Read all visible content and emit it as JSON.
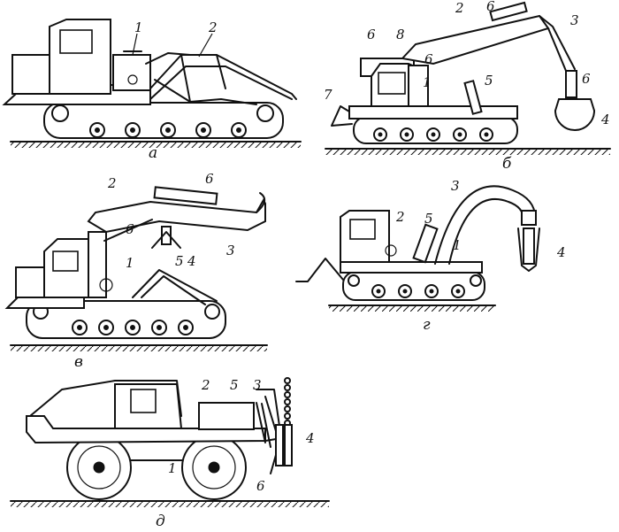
{
  "figures": [
    {
      "id": "a",
      "caption": "а",
      "labels": [
        "1",
        "2"
      ]
    },
    {
      "id": "b",
      "caption": "б",
      "labels": [
        "2",
        "6",
        "3",
        "6",
        "8",
        "6",
        "6",
        "1",
        "5",
        "7",
        "4"
      ]
    },
    {
      "id": "v",
      "caption": "в",
      "labels": [
        "2",
        "6",
        "6",
        "3",
        "4",
        "1",
        "5"
      ]
    },
    {
      "id": "g",
      "caption": "г",
      "labels": [
        "3",
        "2",
        "5",
        "1",
        "4"
      ]
    },
    {
      "id": "d",
      "caption": "д",
      "labels": [
        "2",
        "5",
        "3",
        "4",
        "1",
        "6"
      ]
    }
  ]
}
